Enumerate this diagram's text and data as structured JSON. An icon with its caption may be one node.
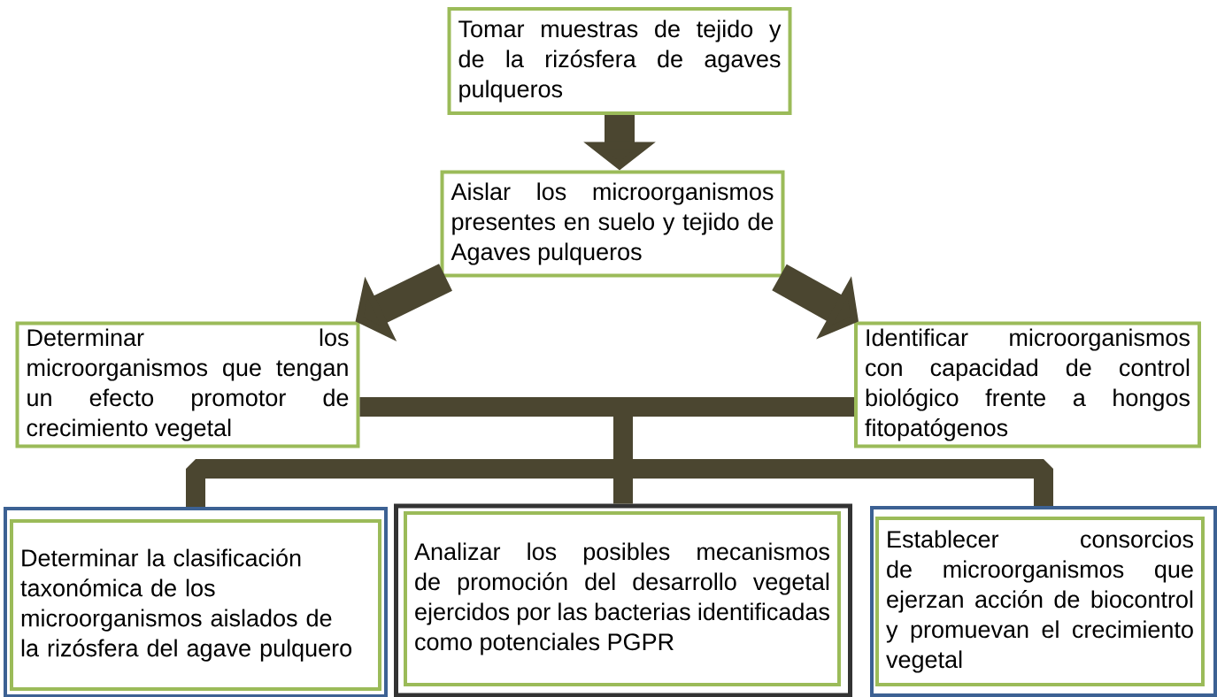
{
  "diagram": {
    "nodes": [
      {
        "text": [
          "Tomar muestras de tejido y de la rizósfera de agaves pulqueros"
        ]
      },
      {
        "text": [
          "Aislar los microorganismos presentes en suelo y tejido de Agaves pulqueros"
        ]
      },
      {
        "text": [
          "Determinar los microorganismos que tengan un efecto promotor de crecimiento vegetal"
        ]
      },
      {
        "text": [
          "Identificar microorganismos con capacidad de control biológico frente a hongos fitopatógenos"
        ]
      },
      {
        "text": [],
        "shape": "box"
      },
      {
        "text": [
          "Determinar la clasificación taxonómica de los microorganismos aislados de la rizósfera del agave pulquero"
        ],
        "in": 4
      },
      {
        "text": [],
        "shape": "box"
      },
      {
        "text": [
          "Analizar los posibles mecanismos de promoción del desarrollo vegetal ejercidos por las bacterias identificadas como potenciales PGPR"
        ],
        "in": 6
      },
      {
        "text": [],
        "shape": "box"
      },
      {
        "text": [
          "Establecer consorcios de microorganismos que ejerzan acción de biocontrol y promuevan el crecimiento vegetal"
        ],
        "in": 8
      }
    ],
    "edges": [
      {
        "from": 0,
        "to": 1,
        "arrow": "to"
      },
      {
        "from": 1,
        "to": 2,
        "arrow": "to"
      },
      {
        "from": 1,
        "to": 3,
        "arrow": "to"
      },
      {
        "from": 2,
        "to": 4,
        "arrow": "none"
      },
      {
        "from": 2,
        "to": 6,
        "arrow": "none"
      },
      {
        "from": 2,
        "to": 8,
        "arrow": "none"
      },
      {
        "from": 3,
        "to": 4,
        "arrow": "none"
      },
      {
        "from": 3,
        "to": 6,
        "arrow": "none"
      },
      {
        "from": 3,
        "to": 8,
        "arrow": "none"
      }
    ]
  }
}
